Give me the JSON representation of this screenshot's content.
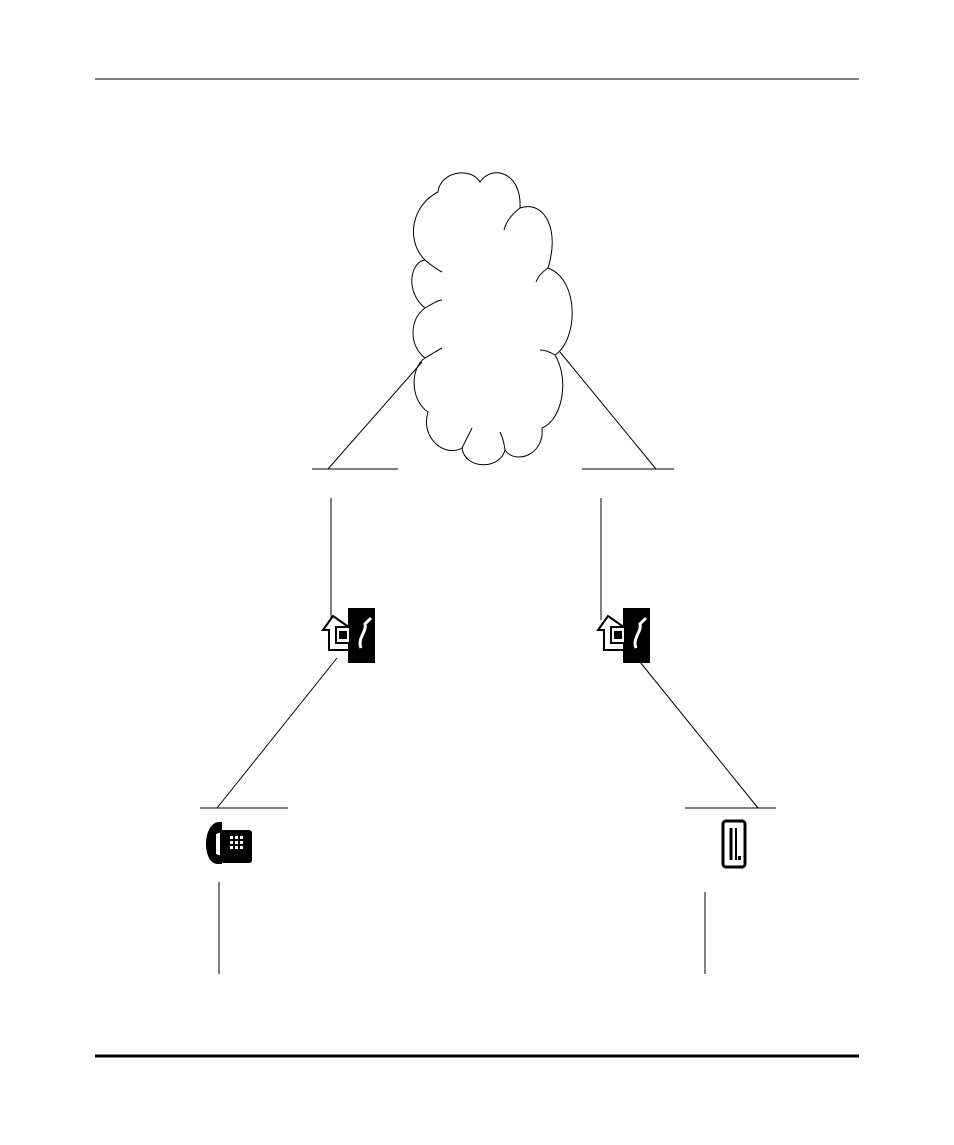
{
  "page": {
    "background": "#ffffff",
    "stroke_color": "#000000"
  },
  "diagram": {
    "nodes": [
      {
        "id": "network",
        "icon": "cloud-icon"
      },
      {
        "id": "gateway-left",
        "icon": "network-terminator-icon"
      },
      {
        "id": "gateway-right",
        "icon": "network-terminator-icon"
      },
      {
        "id": "phone",
        "icon": "telephone-icon"
      },
      {
        "id": "terminal",
        "icon": "terminal-device-icon"
      }
    ],
    "edges": [
      {
        "from": "network",
        "to": "gateway-left"
      },
      {
        "from": "network",
        "to": "gateway-right"
      },
      {
        "from": "gateway-left",
        "to": "phone"
      },
      {
        "from": "gateway-right",
        "to": "terminal"
      }
    ]
  }
}
